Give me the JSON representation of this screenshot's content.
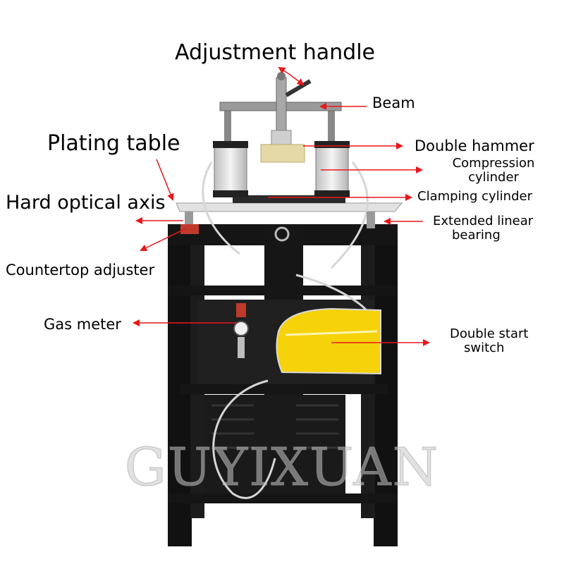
{
  "colors": {
    "arrow": "#e8171b",
    "frame": "#111111",
    "cylinder": "#dcdcdc",
    "switch": "#f5d20a",
    "table": "#d8d8d8"
  },
  "labels": {
    "adjustment_handle": "Adjustment handle",
    "beam": "Beam",
    "plating_table": "Plating table",
    "double_hammer": "Double hammer",
    "compression_cylinder_1": "Compression",
    "compression_cylinder_2": "cylinder",
    "hard_optical_axis": "Hard optical axis",
    "clamping_cylinder": "Clamping cylinder",
    "extended_linear_bearing_1": "Extended linear",
    "extended_linear_bearing_2": "bearing",
    "countertop_adjuster": "Countertop adjuster",
    "gas_meter": "Gas meter",
    "double_start_switch_1": "Double start",
    "double_start_switch_2": "switch"
  },
  "watermark": "GUYIXUAN"
}
